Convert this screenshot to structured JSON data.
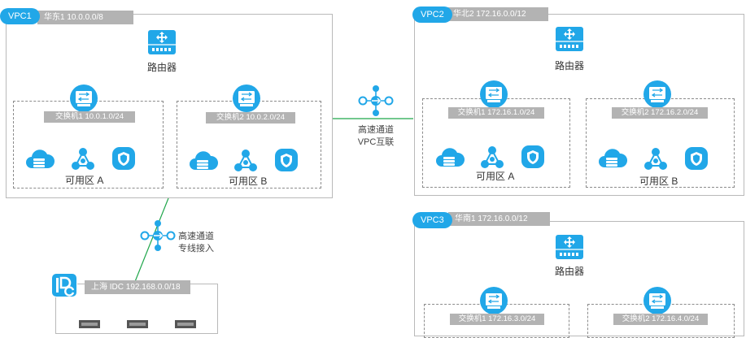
{
  "colors": {
    "accent": "#21a7e8",
    "link_green": "#1fa64b",
    "border": "#b9b9b9",
    "label_bg": "#b3b3b3"
  },
  "icons": [
    "router-icon",
    "switch-icon",
    "cloud-server-icon",
    "network-node-icon",
    "shield-icon",
    "express-connect-icon",
    "idc-logo-icon",
    "server-rack-icon"
  ],
  "vpc1": {
    "badge": "VPC1",
    "label": "华东1  10.0.0.0/8",
    "router": "路由器",
    "zone_a": {
      "switch": "交换机1  10.0.1.0/24",
      "name": "可用区 A"
    },
    "zone_b": {
      "switch": "交换机2  10.0.2.0/24",
      "name": "可用区 B"
    }
  },
  "vpc2": {
    "badge": "VPC2",
    "label": "华北2  172.16.0.0/12",
    "router": "路由器",
    "zone_a": {
      "switch": "交换机1  172.16.1.0/24",
      "name": "可用区 A"
    },
    "zone_b": {
      "switch": "交换机2  172.16.2.0/24",
      "name": "可用区 B"
    }
  },
  "vpc3": {
    "badge": "VPC3",
    "label": "华南1  172.16.0.0/12",
    "router": "路由器",
    "zone_a": {
      "switch": "交换机1  172.16.3.0/24"
    },
    "zone_b": {
      "switch": "交换机2  172.16.4.0/24"
    }
  },
  "link_vpc": {
    "line1": "高速通道",
    "line2": "VPC互联"
  },
  "link_idc": {
    "line1": "高速通道",
    "line2": "专线接入"
  },
  "idc": {
    "logo": "IDC",
    "label": "上海 IDC 192.168.0.0/18"
  }
}
